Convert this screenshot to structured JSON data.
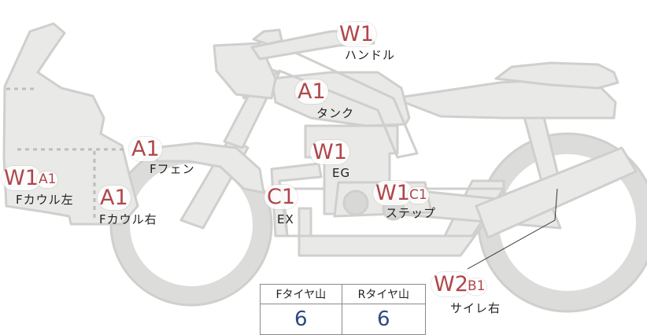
{
  "labels": {
    "handle": {
      "code": "W1",
      "text": "ハンドル"
    },
    "tank": {
      "code": "A1",
      "text": "タンク"
    },
    "engine": {
      "code": "W1",
      "text": "EG"
    },
    "step": {
      "code": "W1",
      "sub": "C1",
      "text": "ステップ"
    },
    "exhaust": {
      "code": "C1",
      "text": "EX"
    },
    "f_fender": {
      "code": "A1",
      "text": "Fフェン"
    },
    "f_cowl_left": {
      "code": "W1",
      "sub": "A1",
      "text": "Fカウル左"
    },
    "f_cowl_right": {
      "code": "A1",
      "text": "Fカウル右"
    },
    "sider_right": {
      "code": "W2",
      "sub": "B1",
      "text": "サイレ右"
    }
  },
  "tire_table": {
    "headers": [
      "Fタイヤ山",
      "Rタイヤ山"
    ],
    "values": [
      "6",
      "6"
    ]
  },
  "colors": {
    "fill": "#e9e9e7",
    "stroke": "#cfcfcd",
    "code_red": "#b0464b",
    "value_blue": "#2c4a86"
  }
}
